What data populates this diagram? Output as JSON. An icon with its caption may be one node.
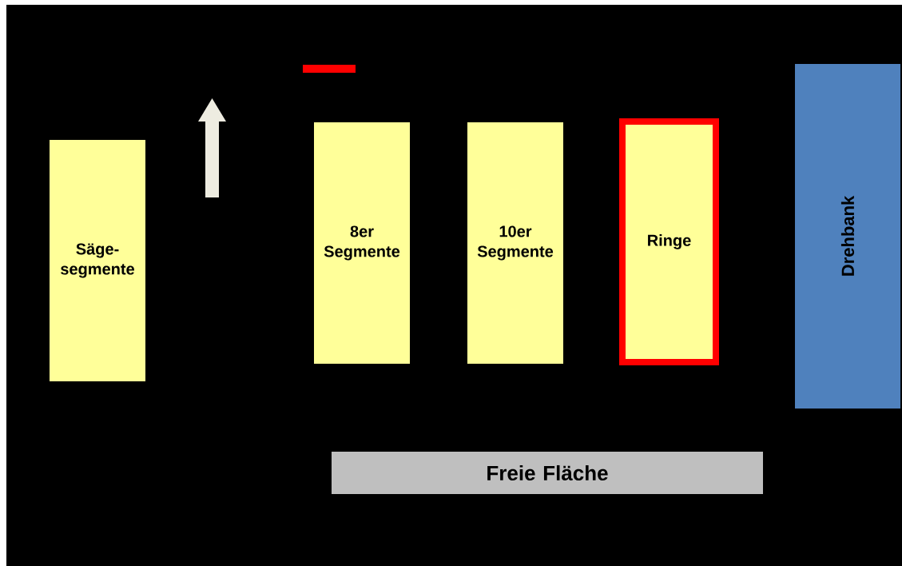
{
  "diagram": {
    "nodes": [
      {
        "text": [
          "Säge-segmente"
        ]
      },
      {
        "text": [
          "8er Segmente"
        ]
      },
      {
        "text": [
          "10er Segmente"
        ]
      },
      {
        "text": [
          "Ringe"
        ]
      },
      {
        "text": [
          "Drehbank"
        ]
      },
      {
        "text": [
          "Freie Fläche"
        ]
      }
    ]
  }
}
